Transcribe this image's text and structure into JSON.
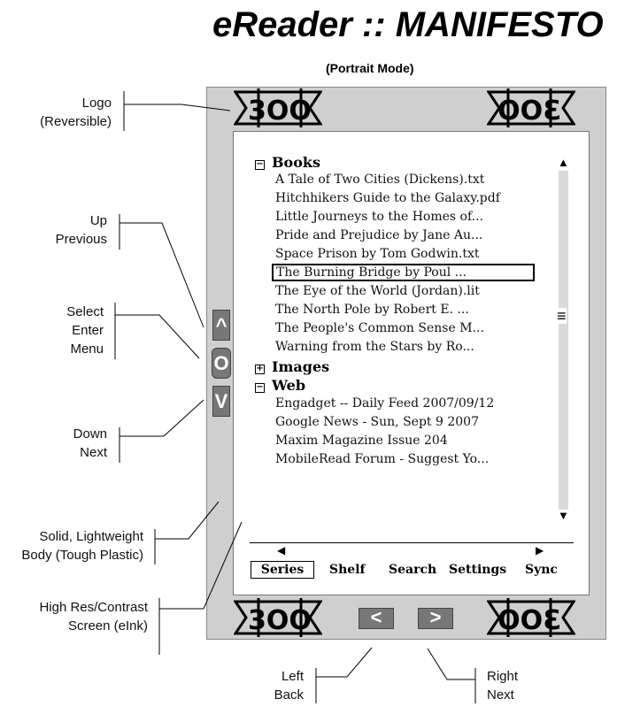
{
  "title": "eReader :: MANIFESTO",
  "subtitle": "(Portrait Mode)",
  "logo_text": "BOOK",
  "labels": {
    "logo": [
      "Logo",
      "(Reversible)"
    ],
    "up": [
      "Up",
      "Previous"
    ],
    "select": [
      "Select",
      "Enter",
      "Menu"
    ],
    "down": [
      "Down",
      "Next"
    ],
    "body": [
      "Solid, Lightweight",
      "Body (Tough Plastic)"
    ],
    "screen": [
      "High Res/Contrast",
      "Screen (eInk)"
    ],
    "left": [
      "Left",
      "Back"
    ],
    "right": [
      "Right",
      "Next"
    ]
  },
  "buttons": {
    "up": "^",
    "select": "O",
    "down": "V",
    "left": "<",
    "right": ">"
  },
  "tree": {
    "books": {
      "label": "Books",
      "toggle": "−",
      "items": [
        "A Tale of Two Cities (Dickens).txt",
        "Hitchhikers Guide to the Galaxy.pdf",
        "Little Journeys to the Homes of...",
        "Pride and Prejudice by Jane Au...",
        "Space Prison by Tom Godwin.txt",
        "The Burning Bridge by Poul ...",
        "The Eye of the World (Jordan).lit",
        "The North Pole by Robert E. ...",
        "The People's Common Sense M...",
        "Warning from the Stars by Ro..."
      ],
      "selected_index": 5
    },
    "images": {
      "label": "Images",
      "toggle": "+"
    },
    "web": {
      "label": "Web",
      "toggle": "−",
      "items": [
        "Engadget -- Daily Feed 2007/09/12",
        "Google News - Sun, Sept 9 2007",
        "Maxim Magazine Issue 204",
        "MobileRead Forum - Suggest Yo..."
      ]
    }
  },
  "scrollbar": {
    "up": "▲",
    "down": "▼",
    "thumb": "≡"
  },
  "tabs": {
    "prev": "◀",
    "next": "▶",
    "items": [
      "Series",
      "Shelf",
      "Search",
      "Settings",
      "Sync"
    ],
    "active": 0
  }
}
